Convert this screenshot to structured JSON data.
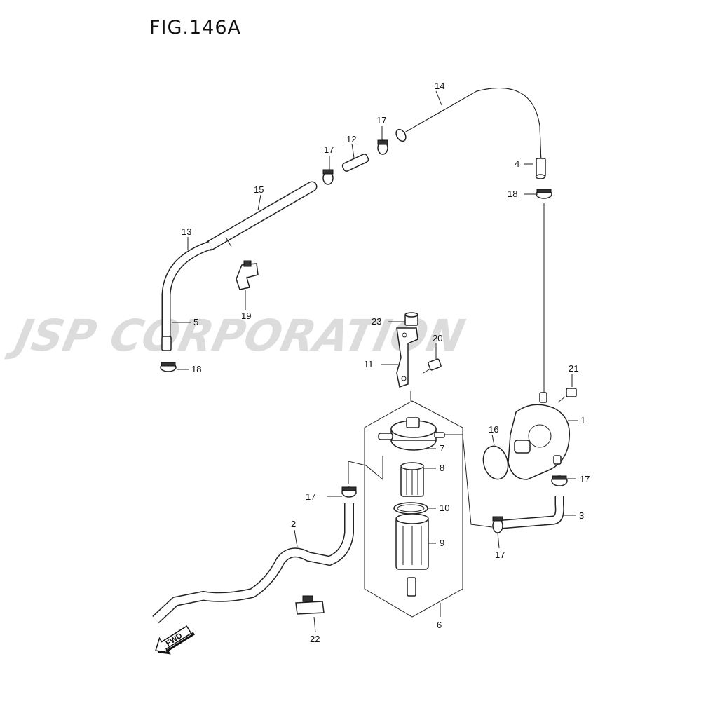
{
  "figure": {
    "title": "FIG.146A"
  },
  "watermark": {
    "text": "JSP CORPORATION",
    "color": "#dcdcdc"
  },
  "fwd_badge": {
    "text": "FWD"
  },
  "callouts": [
    {
      "id": "c1",
      "label": "1"
    },
    {
      "id": "c2",
      "label": "2"
    },
    {
      "id": "c3",
      "label": "3"
    },
    {
      "id": "c4",
      "label": "4"
    },
    {
      "id": "c5",
      "label": "5"
    },
    {
      "id": "c6",
      "label": "6"
    },
    {
      "id": "c7",
      "label": "7"
    },
    {
      "id": "c8",
      "label": "8"
    },
    {
      "id": "c9",
      "label": "9"
    },
    {
      "id": "c10",
      "label": "10"
    },
    {
      "id": "c11",
      "label": "11"
    },
    {
      "id": "c12",
      "label": "12"
    },
    {
      "id": "c13",
      "label": "13"
    },
    {
      "id": "c14",
      "label": "14"
    },
    {
      "id": "c15",
      "label": "15"
    },
    {
      "id": "c16",
      "label": "16"
    },
    {
      "id": "c17a",
      "label": "17"
    },
    {
      "id": "c17b",
      "label": "17"
    },
    {
      "id": "c17c",
      "label": "17"
    },
    {
      "id": "c17d",
      "label": "17"
    },
    {
      "id": "c17e",
      "label": "17"
    },
    {
      "id": "c18a",
      "label": "18"
    },
    {
      "id": "c18b",
      "label": "18"
    },
    {
      "id": "c19",
      "label": "19"
    },
    {
      "id": "c20",
      "label": "20"
    },
    {
      "id": "c21",
      "label": "21"
    },
    {
      "id": "c22",
      "label": "22"
    },
    {
      "id": "c23",
      "label": "23"
    }
  ]
}
